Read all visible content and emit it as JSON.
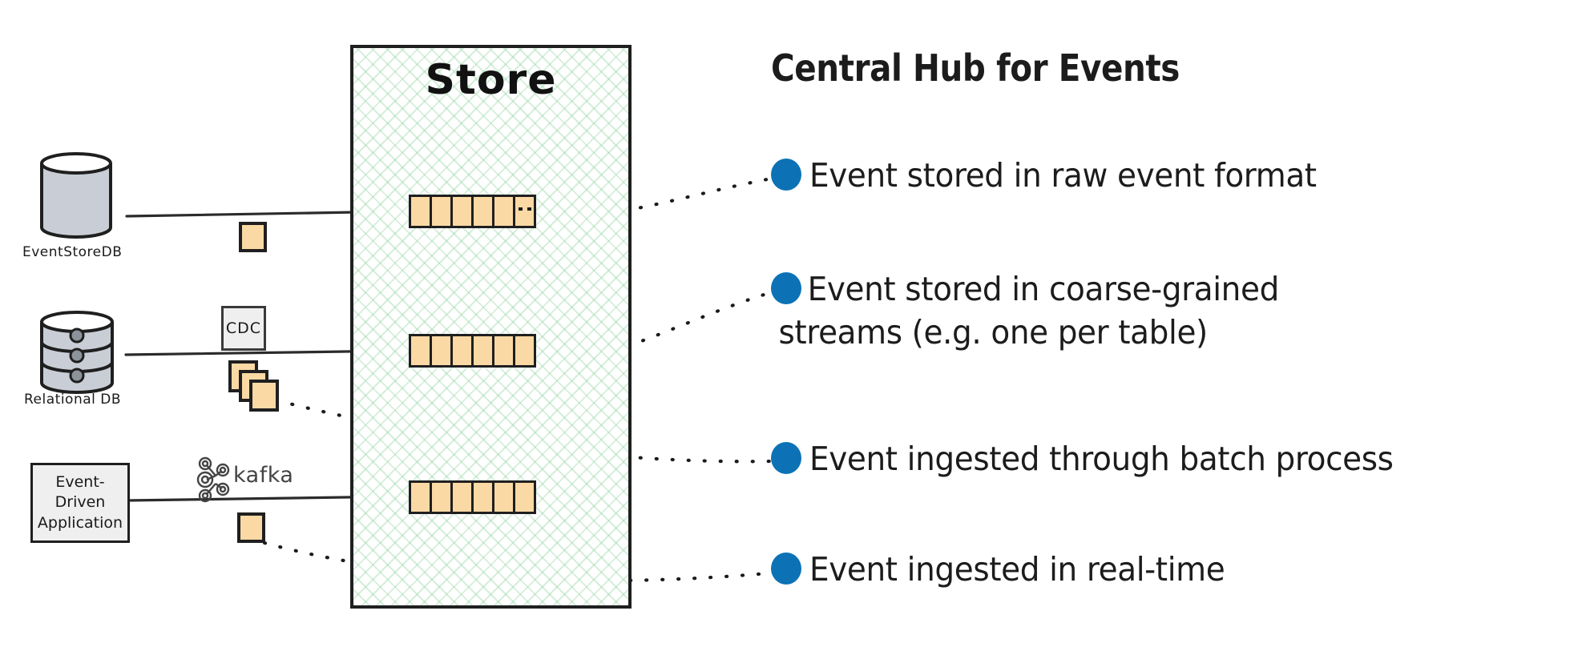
{
  "diagram": {
    "store": {
      "title": "Store",
      "streams": [
        {
          "id": "raw-event-stream",
          "cells": 6,
          "has_ellipsis": true
        },
        {
          "id": "coarse-grained-stream",
          "cells": 6,
          "has_ellipsis": false
        },
        {
          "id": "realtime-stream",
          "cells": 6,
          "has_ellipsis": false
        }
      ]
    },
    "sources": [
      {
        "id": "eventstoredb",
        "label": "EventStoreDB",
        "icon": "database-cylinder-icon",
        "connector_label": "",
        "payload": "single-event-card"
      },
      {
        "id": "relational-db",
        "label": "Relational DB",
        "icon": "database-stacked-disks-icon",
        "connector_label": "CDC",
        "payload": "stacked-event-cards"
      },
      {
        "id": "event-driven-application",
        "label": "Event-\nDriven\nApplication",
        "label_lines": [
          "Event-",
          "Driven",
          "Application"
        ],
        "icon": "application-note-icon",
        "connector_label": "kafka",
        "payload": "single-event-card"
      }
    ]
  },
  "panel": {
    "title": "Central Hub for Events",
    "bullet_color": "#0C72B5",
    "bullets": [
      {
        "id": "bullet-raw-event-format",
        "text": "Event stored in raw event format"
      },
      {
        "id": "bullet-coarse-grained-streams",
        "text": "Event stored in coarse-grained\nstreams (e.g. one per table)"
      },
      {
        "id": "bullet-batch-process",
        "text": "Event ingested through batch process"
      },
      {
        "id": "bullet-real-time",
        "text": "Event ingested in real-time"
      }
    ]
  },
  "colors": {
    "event_card_fill": "#FBD9A5",
    "stroke": "#1F1F1F",
    "db_fill": "#C9CED6",
    "box_fill": "#EFEFEF",
    "hatch_green": "#78C88C",
    "accent_blue": "#0C72B5"
  }
}
